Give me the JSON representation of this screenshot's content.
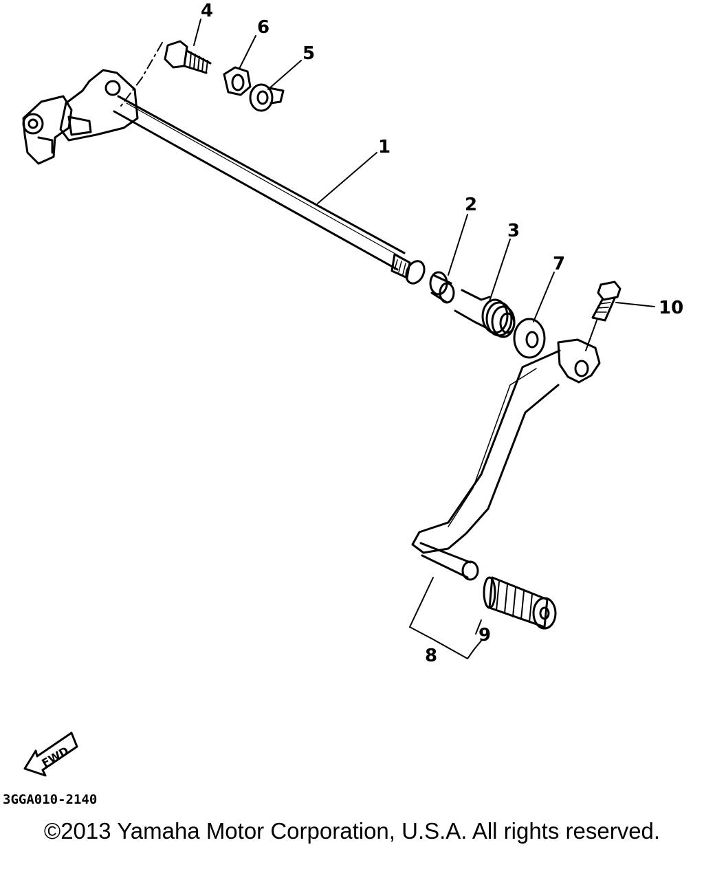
{
  "callouts": {
    "c1": "1",
    "c2": "2",
    "c3": "3",
    "c4": "4",
    "c5": "5",
    "c6": "6",
    "c7": "7",
    "c8": "8",
    "c9": "9",
    "c10": "10"
  },
  "fwd_label": "FWD",
  "part_code": "3GGA010-2140",
  "copyright": "©2013 Yamaha Motor Corporation, U.S.A. All rights reserved."
}
